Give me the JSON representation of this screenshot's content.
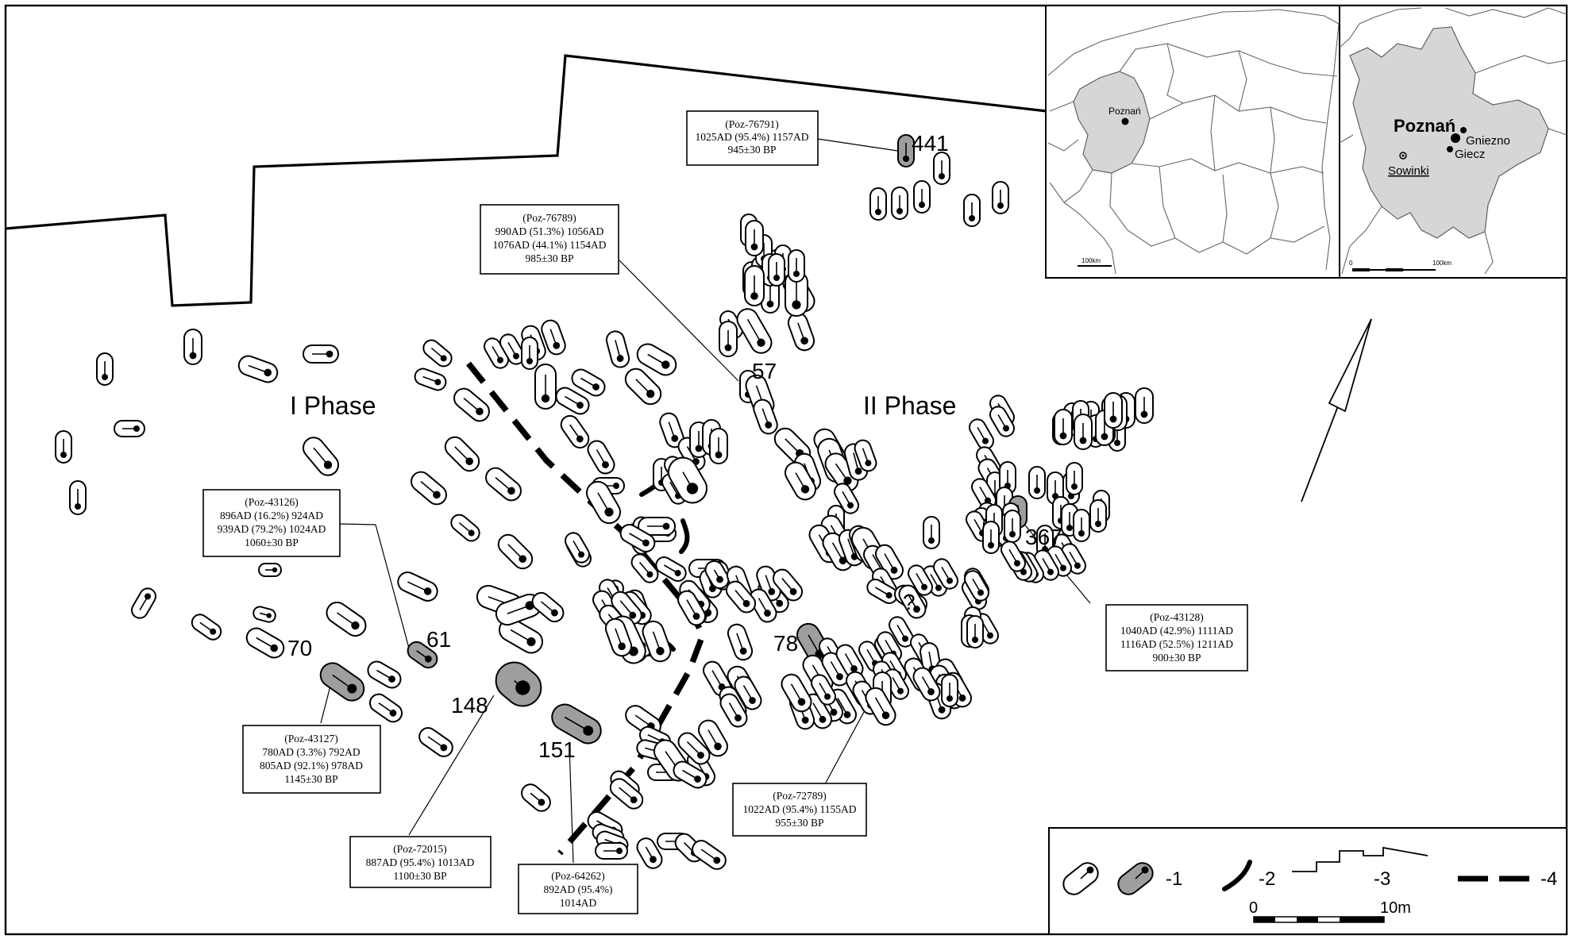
{
  "phases": {
    "first": "I Phase",
    "second": "II Phase"
  },
  "grave_numbers": {
    "g441": "441",
    "g57": "57",
    "g367": "367",
    "g78": "78",
    "g70": "70",
    "g61": "61",
    "g148": "148",
    "g151": "151"
  },
  "question_mark": "?",
  "callouts": {
    "poz76791": [
      "(Poz-76791)",
      "1025AD (95.4%) 1157AD",
      "945±30 BP"
    ],
    "poz76789": [
      "(Poz-76789)",
      "990AD (51.3%) 1056AD",
      "1076AD (44.1%) 1154AD",
      "985±30 BP"
    ],
    "poz43126": [
      "(Poz-43126)",
      "896AD (16.2%)   924AD",
      "939AD (79.2%) 1024AD",
      "1060±30 BP"
    ],
    "poz43128": [
      "(Poz-43128)",
      "1040AD (42.9%) 1111AD",
      "1116AD (52.5%) 1211AD",
      "900±30 BP"
    ],
    "poz43127": [
      "(Poz-43127)",
      "780AD   (3.3%) 792AD",
      "805AD (92.1%) 978AD",
      "1145±30 BP"
    ],
    "poz72789": [
      "(Poz-72789)",
      "1022AD (95.4%) 1155AD",
      "955±30 BP"
    ],
    "poz72015": [
      "(Poz-72015)",
      "887AD (95.4%) 1013AD",
      "1100±30 BP"
    ],
    "poz64262": [
      "(Poz-64262)",
      "892AD (95.4%)",
      "1014AD"
    ]
  },
  "inset_poland": {
    "city": "Poznań",
    "scale": "100km"
  },
  "inset_region": {
    "cities": {
      "poznan": "Poznań",
      "gniezno": "Gniezno",
      "giecz": "Giecz",
      "sowinki": "Sowinki"
    },
    "scale_start": "0",
    "scale_end": "100km"
  },
  "legend": {
    "item1": "-1",
    "item2": "-2",
    "item3": "-3",
    "item4": "-4",
    "scale_start": "0",
    "scale_end": "10m"
  },
  "colors": {
    "dated_grave": "#9e9e9e",
    "region_highlight": "#d6d6d6"
  }
}
